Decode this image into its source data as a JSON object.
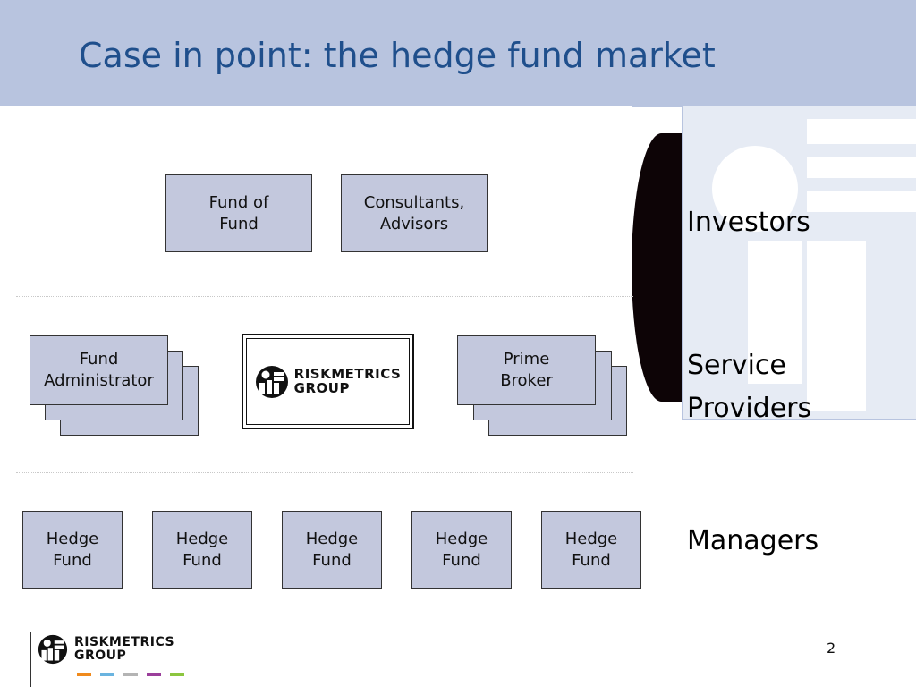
{
  "slide": {
    "title": "Case in point: the hedge fund market",
    "page_number": "2"
  },
  "investors": {
    "fund_of_fund": "Fund of\nFund",
    "consultants": "Consultants,\nAdvisors"
  },
  "service_providers": {
    "fund_administrator": "Fund\nAdministrator",
    "prime_broker": "Prime\nBroker"
  },
  "managers": {
    "hedge_funds": [
      "Hedge\nFund",
      "Hedge\nFund",
      "Hedge\nFund",
      "Hedge\nFund",
      "Hedge\nFund"
    ]
  },
  "labels": {
    "investors": "Investors",
    "service_providers": "Service\nProviders",
    "managers": "Managers"
  },
  "logo": {
    "line1": "RiskMetrics",
    "line2": "Group"
  },
  "colors": {
    "header_bg": "#b8c4df",
    "title": "#1f4f8c",
    "box_fill": "#c3c8dd",
    "dash_orange": "#f08a1c",
    "dash_blue": "#6ab4e0",
    "dash_gray": "#b4b4b4",
    "dash_purple": "#9b3f9b",
    "dash_green": "#8cc63f"
  }
}
